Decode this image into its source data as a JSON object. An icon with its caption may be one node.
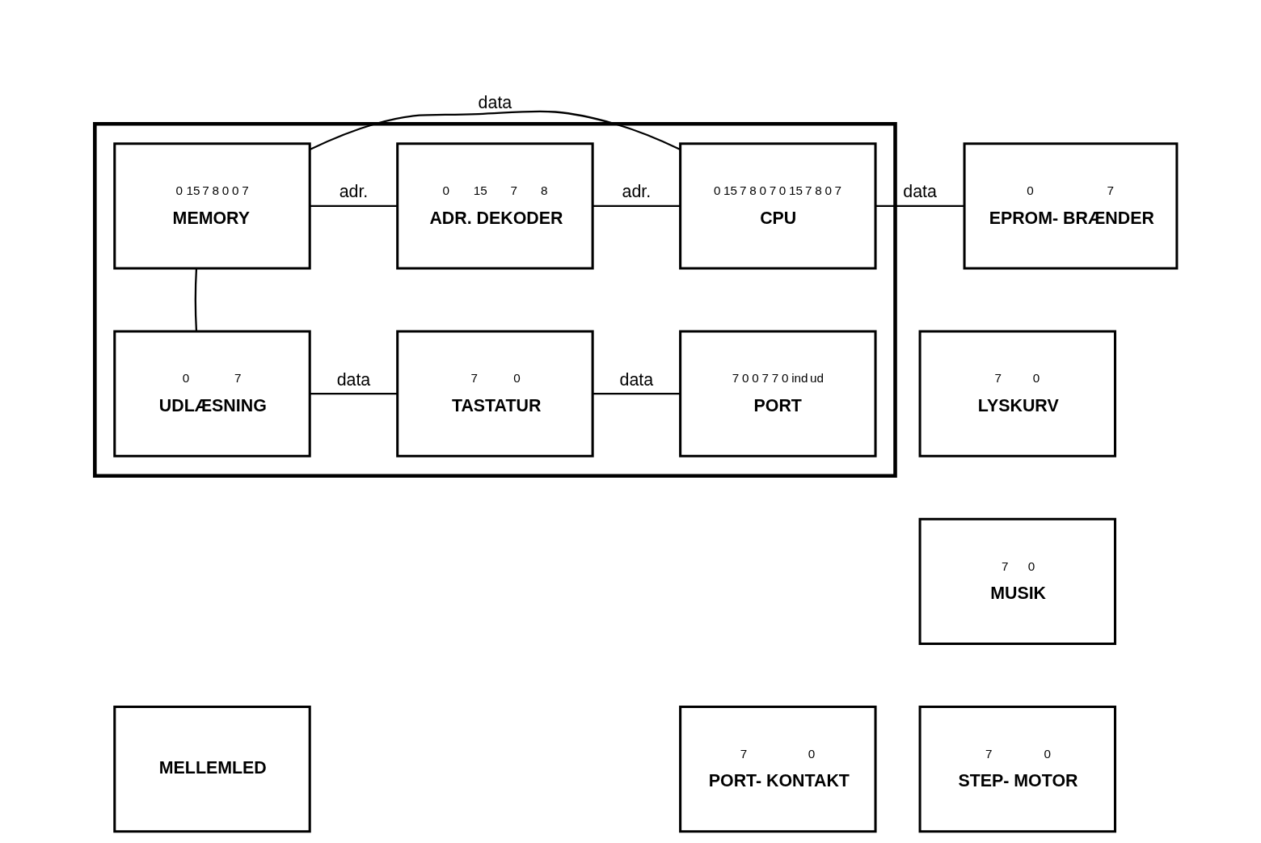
{
  "diagram": {
    "nodes": [
      {
        "text": [],
        "shape": "box"
      },
      {
        "text": [
          "0",
          "15",
          "7",
          "8",
          "0",
          "0",
          "7",
          "MEMORY"
        ],
        "in": 0
      },
      {
        "text": [
          "0",
          "15",
          "7",
          "8",
          "ADR. DEKODER"
        ],
        "in": 0
      },
      {
        "text": [
          "0",
          "15",
          "7",
          "8",
          "0",
          "7",
          "0",
          "15",
          "7",
          "8",
          "0",
          "7",
          "CPU"
        ],
        "in": 0
      },
      {
        "text": [
          "0",
          "7",
          "EPROM- BRÆNDER"
        ]
      },
      {
        "text": [
          "0",
          "7",
          "UDLÆSNING"
        ],
        "in": 0
      },
      {
        "text": [
          "7",
          "0",
          "TASTATUR"
        ],
        "in": 0
      },
      {
        "text": [
          "7",
          "0",
          "0",
          "7",
          "7",
          "0",
          "ind",
          "ud",
          "PORT"
        ],
        "in": 0
      },
      {
        "text": [
          "7",
          "0",
          "LYSKURV"
        ]
      },
      {
        "text": [
          "7",
          "0",
          "MUSIK"
        ]
      },
      {
        "text": [
          "MELLEMLED"
        ]
      },
      {
        "text": [
          "7",
          "0",
          "PORT- KONTAKT"
        ]
      },
      {
        "text": [
          "7",
          "0",
          "STEP- MOTOR"
        ]
      }
    ],
    "edges": [
      {
        "from": 1,
        "to": 2,
        "arrow": "none",
        "label": "adr."
      },
      {
        "from": 2,
        "to": 3,
        "arrow": "none",
        "label": "adr."
      },
      {
        "from": 1,
        "to": 3,
        "arrow": "none",
        "label": "data"
      },
      {
        "from": 3,
        "to": 4,
        "arrow": "none",
        "label": "data"
      },
      {
        "from": 1,
        "to": 5,
        "arrow": "none"
      },
      {
        "from": 5,
        "to": 6,
        "arrow": "none",
        "label": "data"
      },
      {
        "from": 6,
        "to": 7,
        "arrow": "none",
        "label": "data"
      }
    ]
  }
}
